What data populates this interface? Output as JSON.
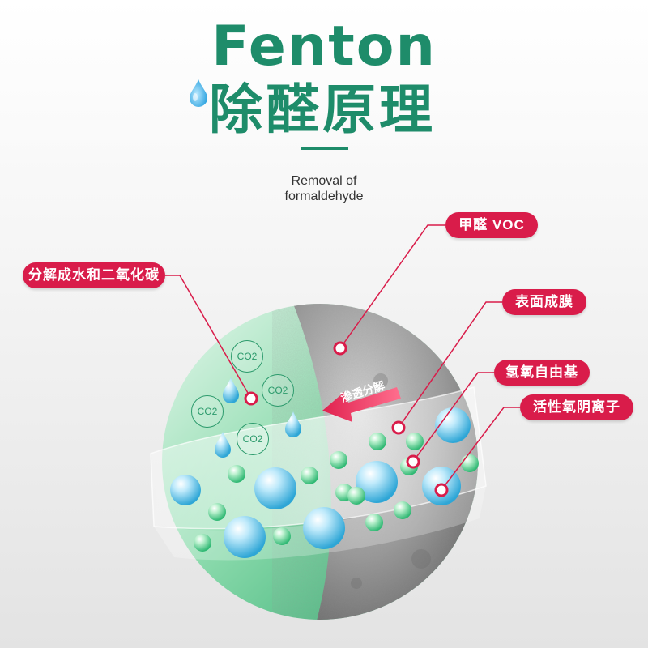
{
  "header": {
    "title_en": "Fenton",
    "title_cn": "除醛原理",
    "subtitle_line1": "Removal of",
    "subtitle_line2": "formaldehyde"
  },
  "labels": {
    "voc": "甲醛  VOC",
    "decompose": "分解成水和二氧化碳",
    "film": "表面成膜",
    "hydroxyl": "氢氧自由基",
    "anion": "活性氧阴离子",
    "penetrate": "渗透分解"
  },
  "co2": [
    "CO2",
    "CO2",
    "CO2",
    "CO2"
  ],
  "colors": {
    "brand_green": "#1e8c6a",
    "label_red": "#d91c4a",
    "sphere_green": "#3fbf86",
    "sphere_gray": "#8a8a8a",
    "bubble_blue": "#5cc6e6"
  },
  "icons": [
    "water-drop-icon",
    "target-ring-icon",
    "arrow-left-icon"
  ]
}
